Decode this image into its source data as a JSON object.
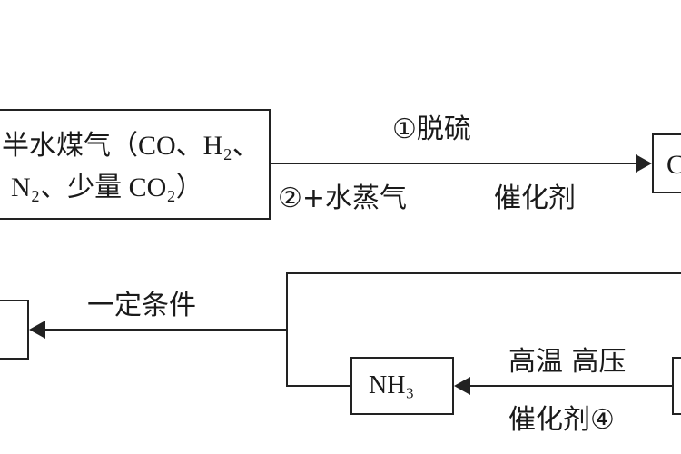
{
  "nodes": {
    "semi_water_gas_line1": "半水煤气（CO、H₂、",
    "semi_water_gas_line2": "N₂、少量 CO₂）",
    "co_partial": "C",
    "nh3": "NH₃"
  },
  "edges": {
    "step1": "①脱硫",
    "step2": "②+水蒸气",
    "catalyst_top": "催化剂",
    "condition": "一定条件",
    "high_temp_pressure": "高温 高压",
    "catalyst_bottom": "催化剂④"
  }
}
